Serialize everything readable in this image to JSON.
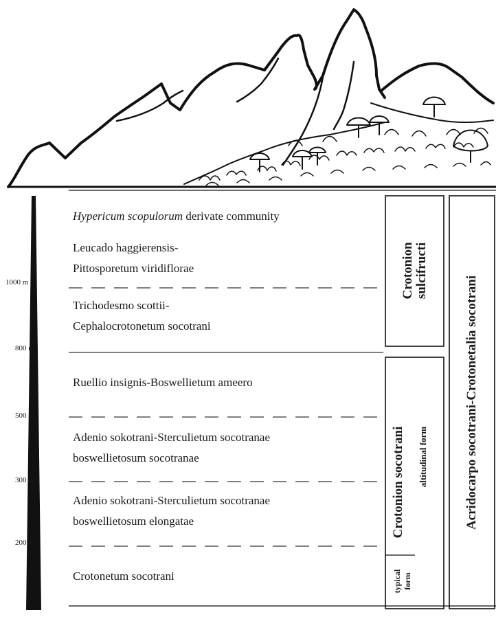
{
  "zones": [
    {
      "id": "hypericum",
      "italic": "Hypericum  scopulorum",
      "text": " derivate community"
    },
    {
      "id": "leucado",
      "lines": [
        "Leucado haggierensis-",
        "Pittosporetum viridiflorae"
      ]
    },
    {
      "id": "trichodesmo",
      "lines": [
        "Trichodesmo scottii-",
        "Cephalocrotonetum socotrani"
      ]
    },
    {
      "id": "ruellio",
      "lines": [
        "Ruellio insignis-Boswellietum ameero"
      ]
    },
    {
      "id": "adenio-socotranae",
      "lines": [
        "Adenio sokotrani-Sterculietum socotranae",
        "boswellietosum  socotranae"
      ]
    },
    {
      "id": "adenio-elongatae",
      "lines": [
        "Adenio sokotrani-Sterculietum socotranae",
        "boswellietosum  elongatae"
      ]
    },
    {
      "id": "crotonetum",
      "lines": [
        "Crotonetum socotrani"
      ]
    }
  ],
  "altitudes": [
    "1000 m",
    "800 m",
    "500 m",
    "300 m",
    "200 m"
  ],
  "alliances": {
    "crotonion_sulcifructi": [
      "Crotonion",
      "sulcifructi"
    ],
    "crotonion_socotrani": "Crotonion socotrani",
    "altitudinal_form": "altitudinal form",
    "typical_form": [
      "typical",
      "form"
    ]
  },
  "order": "Acridocarpo socotrani-Crotonetalia socotrani"
}
